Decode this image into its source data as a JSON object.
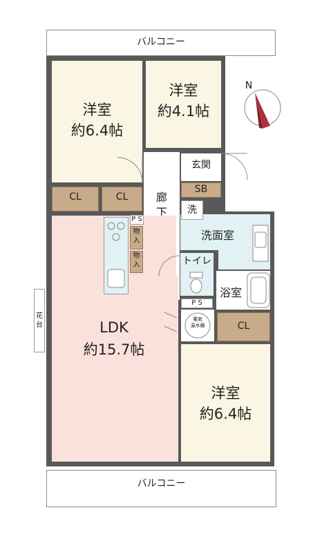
{
  "labels": {
    "balcony_top": "バルコニー",
    "balcony_bottom": "バルコニー",
    "western_room_1": "洋室",
    "western_room_1_size": "約6.4帖",
    "western_room_2": "洋室",
    "western_room_2_size": "約4.1帖",
    "western_room_3": "洋室",
    "western_room_3_size": "約6.4帖",
    "ldk": "LDK",
    "ldk_size": "約15.7帖",
    "closet_1": "CL",
    "closet_2": "CL",
    "closet_3": "CL",
    "entrance": "玄関",
    "shoe_box": "SB",
    "hallway": "廊下",
    "washroom": "洗面室",
    "washer": "洗",
    "toilet": "トイレ",
    "bathroom": "浴室",
    "storage_1": "物入",
    "storage_2": "物入",
    "ps_1": "P S",
    "ps_2": "P S",
    "water_heater": "電気\n温水器",
    "flower_stand": "花台"
  },
  "colors": {
    "wall": "#595959",
    "closet": "#c8ab88",
    "western_room": "#fbf6e3",
    "ldk": "#fbe1dc",
    "wet_area": "#e2f1f3",
    "compass": "#b0313a"
  },
  "compass": {
    "label": "N"
  }
}
